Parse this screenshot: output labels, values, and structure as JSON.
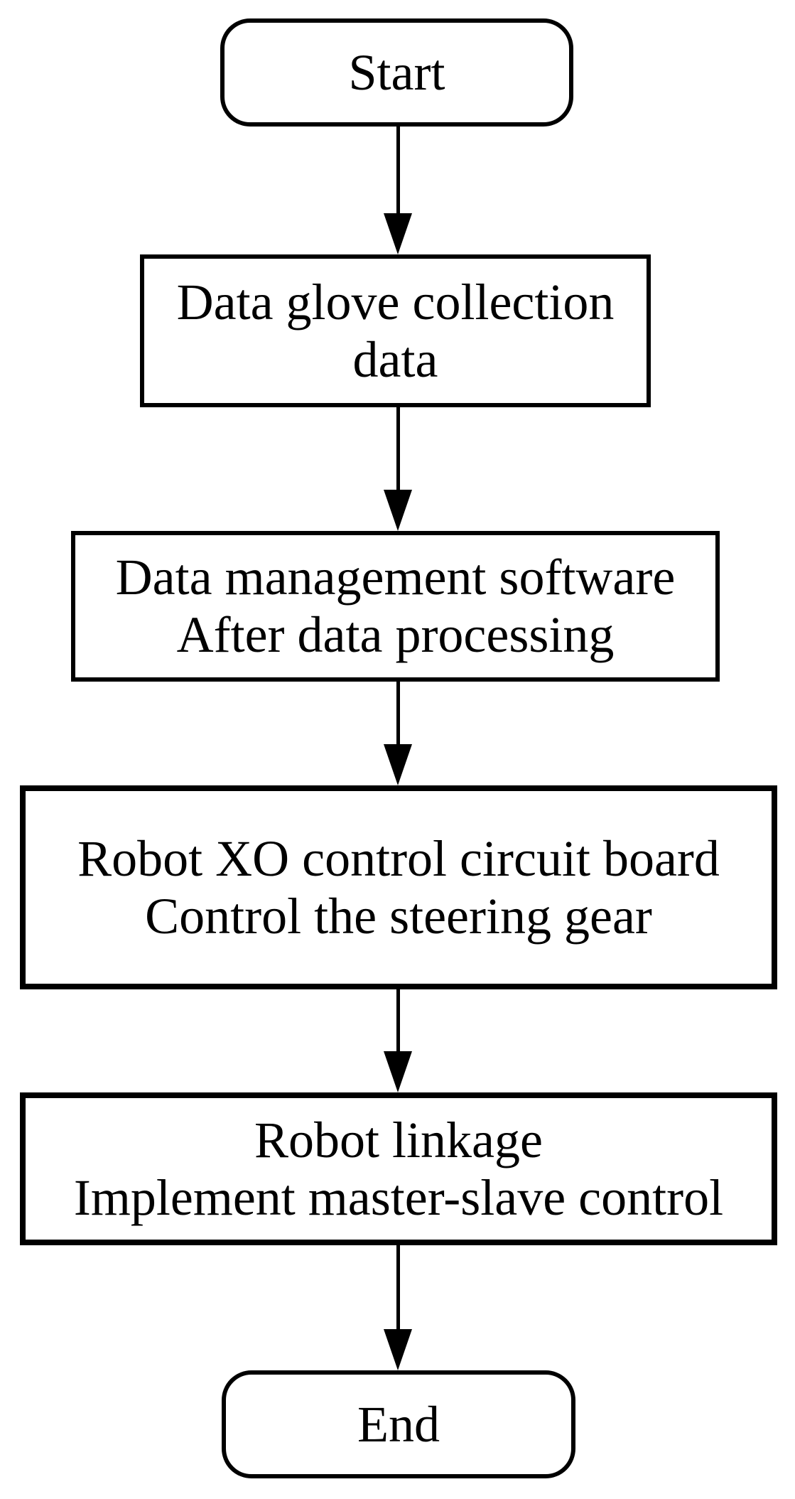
{
  "diagram": {
    "type": "flowchart",
    "orientation": "vertical",
    "background_color": "#ffffff",
    "line_color": "#000000",
    "text_color": "#000000",
    "nodes": [
      {
        "id": "start",
        "shape": "terminator",
        "lines": [
          "Start"
        ]
      },
      {
        "id": "data-glove",
        "shape": "process",
        "lines": [
          "Data glove collection",
          "data"
        ]
      },
      {
        "id": "data-management",
        "shape": "process",
        "lines": [
          "Data management software",
          "After data processing"
        ]
      },
      {
        "id": "robot-xo",
        "shape": "process",
        "lines": [
          "Robot XO control circuit board",
          "Control the steering gear"
        ]
      },
      {
        "id": "robot-linkage",
        "shape": "process",
        "lines": [
          "Robot linkage",
          "Implement master-slave control"
        ]
      },
      {
        "id": "end",
        "shape": "terminator",
        "lines": [
          "End"
        ]
      }
    ],
    "edges": [
      {
        "from": "start",
        "to": "data-glove"
      },
      {
        "from": "data-glove",
        "to": "data-management"
      },
      {
        "from": "data-management",
        "to": "robot-xo"
      },
      {
        "from": "robot-xo",
        "to": "robot-linkage"
      },
      {
        "from": "robot-linkage",
        "to": "end"
      }
    ]
  }
}
